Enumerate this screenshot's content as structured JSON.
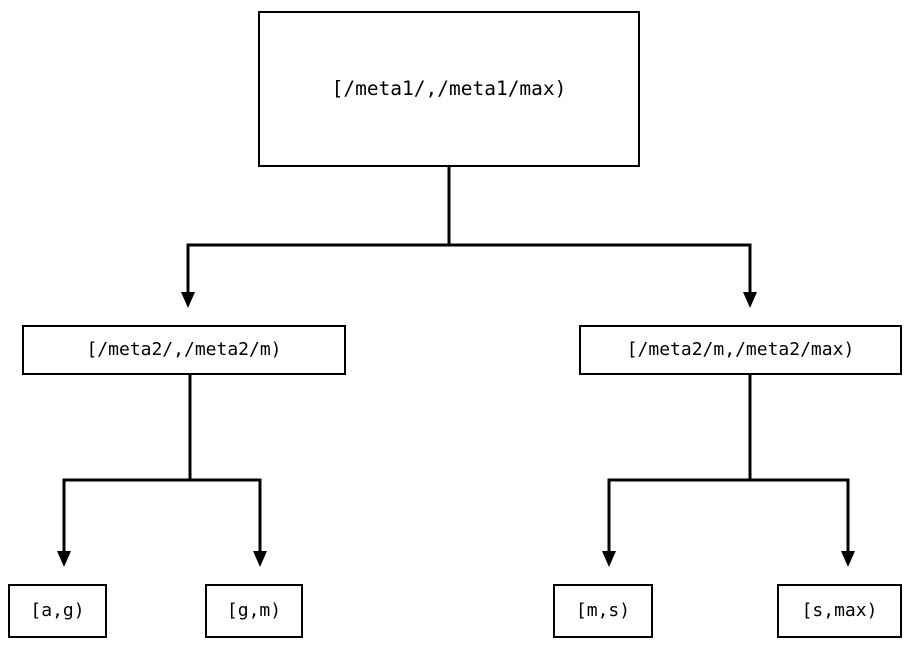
{
  "diagram": {
    "type": "tree",
    "title": "",
    "background_color": "#ffffff",
    "line_color": "#000000",
    "text_color": "#000000",
    "nodes": {
      "root": {
        "label": "[/meta1/,/meta1/max)"
      },
      "mid_left": {
        "label": "[/meta2/,/meta2/m)"
      },
      "mid_right": {
        "label": "[/meta2/m,/meta2/max)"
      },
      "leaf_ag": {
        "label": "[a,g)"
      },
      "leaf_gm": {
        "label": "[g,m)"
      },
      "leaf_ms": {
        "label": "[m,s)"
      },
      "leaf_smax": {
        "label": "[s,max)"
      }
    },
    "edges": [
      {
        "from": "root",
        "to": "mid_left",
        "arrow": "down-triangle"
      },
      {
        "from": "root",
        "to": "mid_right",
        "arrow": "down-triangle"
      },
      {
        "from": "mid_left",
        "to": "leaf_ag",
        "arrow": "down-triangle"
      },
      {
        "from": "mid_left",
        "to": "leaf_gm",
        "arrow": "down-triangle"
      },
      {
        "from": "mid_right",
        "to": "leaf_ms",
        "arrow": "down-triangle"
      },
      {
        "from": "mid_right",
        "to": "leaf_smax",
        "arrow": "down-triangle"
      }
    ]
  }
}
